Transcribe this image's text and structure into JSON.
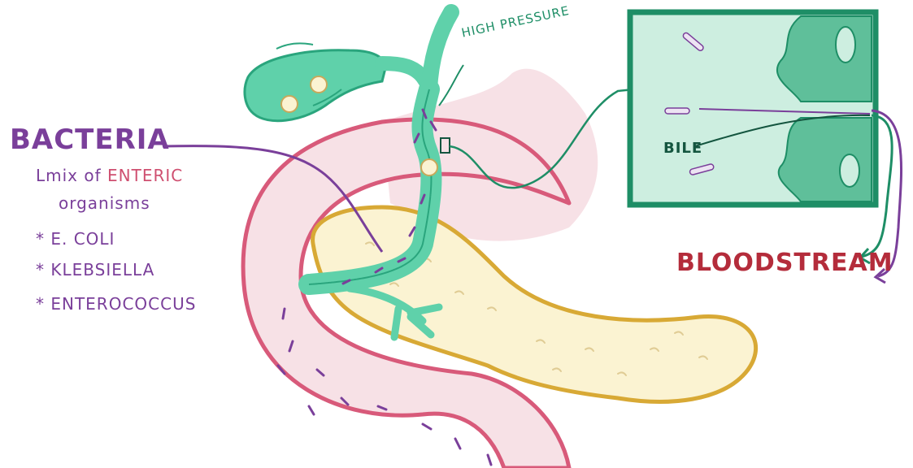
{
  "labels": {
    "bacteria": "BACTERIA",
    "mix_prefix": "Lmix of",
    "enteric": "ENTERIC",
    "organisms": "organisms",
    "organism_list": [
      "* E. COLI",
      "* KLEBSIELLA",
      "* ENTEROCOCCUS"
    ],
    "high_pressure": "HIGH PRESSURE",
    "bile": "BILE",
    "bloodstream": "BLOODSTREAM"
  },
  "colors": {
    "bacteria_purple": "#7a3f9a",
    "enteric_pink": "#cf4f70",
    "bloodstream_red": "#b42c3b",
    "biliary_green": "#5fd1aa",
    "biliary_outline": "#1e8e66",
    "pancreas_fill": "#fbf3d2",
    "pancreas_outline": "#d8a935",
    "duodenum_fill": "#f7e1e6",
    "duodenum_outline": "#d85a7a",
    "inset_fill": "#cdeee0"
  }
}
